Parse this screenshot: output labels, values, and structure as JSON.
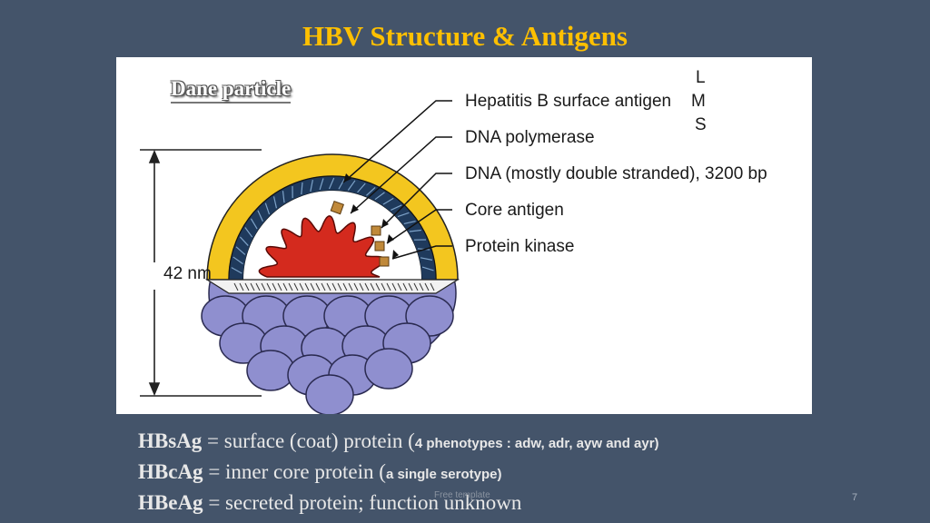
{
  "slide": {
    "title": "HBV Structure & Antigens",
    "page_number": "7",
    "watermark": "Free template"
  },
  "diagram": {
    "caption": "Dane particle",
    "size_label": "42 nm",
    "labels": [
      "Hepatitis B surface antigen",
      "DNA polymerase",
      "DNA (mostly double stranded), 3200 bp",
      "Core antigen",
      "Protein kinase"
    ],
    "lms": [
      "L",
      "M",
      "S"
    ],
    "colors": {
      "envelope": "#f3c61f",
      "capsid": "#1f3a5c",
      "dna": "#d42a1e",
      "lower_core": "#8f8fcf",
      "kinase": "#c0893a"
    }
  },
  "notes": [
    {
      "term": "HBsAg",
      "text": " = surface (coat) protein  (",
      "small": "4 phenotypes : adw, adr, ayw and ayr)"
    },
    {
      "term": "HBcAg",
      "text": " = inner core protein (",
      "small": "a single serotype)"
    },
    {
      "term": "HBeAg",
      "text": " = secreted protein; function unknown",
      "small": ""
    }
  ]
}
